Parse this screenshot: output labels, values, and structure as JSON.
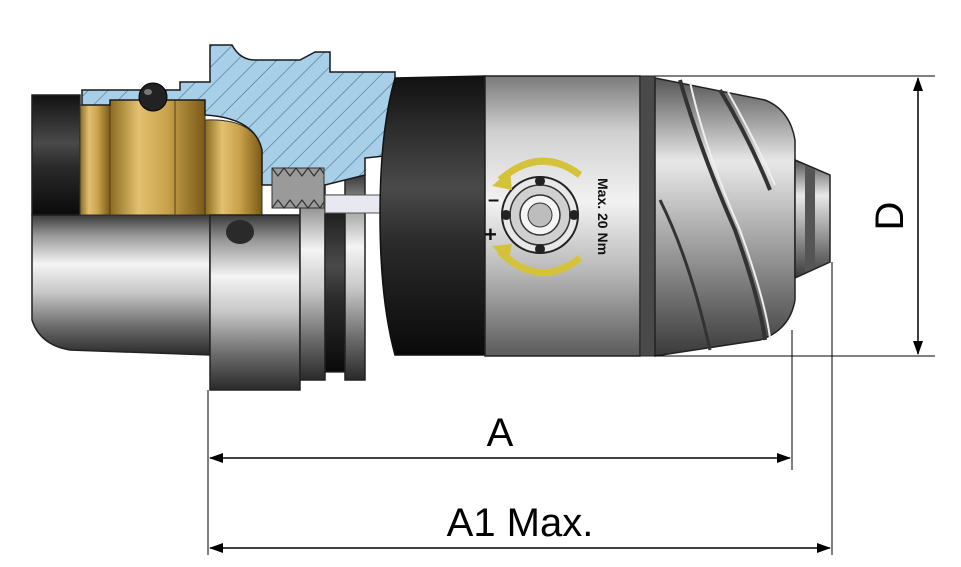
{
  "drawing": {
    "dimensions": {
      "length": "A",
      "max_length": "A1 Max.",
      "diameter": "D"
    },
    "torque_label": "Max. 20 Nm",
    "adjust_signs": {
      "minus": "–",
      "plus": "+"
    },
    "colors": {
      "brass": "#c9a24c",
      "section_blue": "#a8cfe8",
      "steel_dark": "#2b2b2b",
      "steel_light": "#d9d9d9",
      "arrow_yellow": "#d4c33a"
    }
  }
}
